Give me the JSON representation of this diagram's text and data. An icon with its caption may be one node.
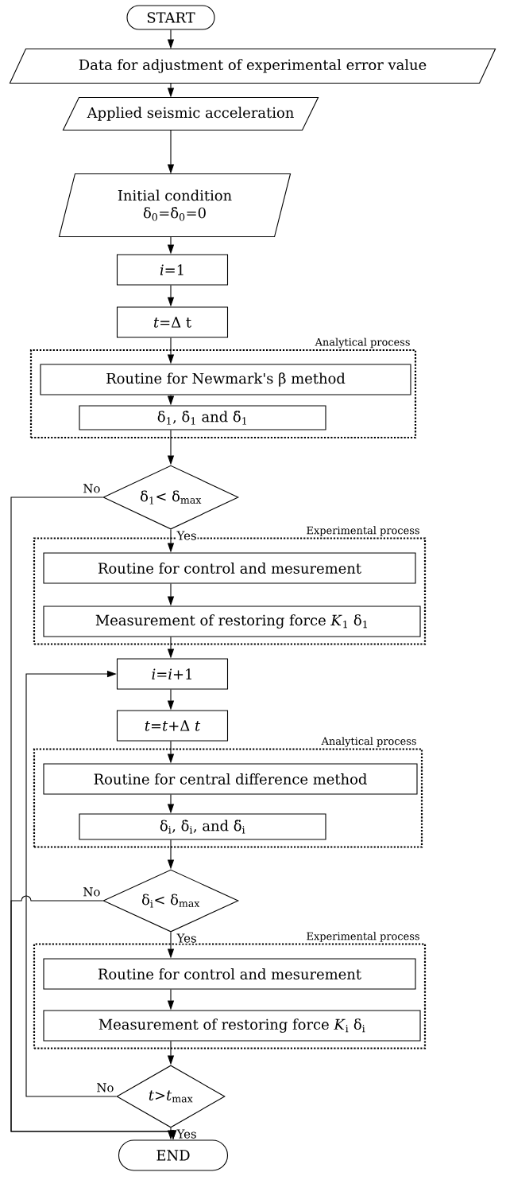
{
  "diagram": {
    "nodes": [
      {
        "text": [
          "START"
        ]
      },
      {
        "text": [
          "Data for adjustment of experimental error value"
        ]
      },
      {
        "text": [
          "Applied seismic acceleration"
        ]
      },
      {
        "text": [
          "Initial condition",
          "δ$_{0}$=δ̇$_{0}$=0"
        ]
      },
      {
        "text": [
          "*i*=1"
        ]
      },
      {
        "text": [
          "*t*=Δ t"
        ]
      },
      {
        "text": [
          "Analytical process"
        ]
      },
      {
        "text": [
          "Routine for Newmark's β method"
        ],
        "in": 6
      },
      {
        "text": [
          "δ$_{1}$, δ̇$_{1}$ and δ̈$_{1}$"
        ],
        "in": 6
      },
      {
        "text": [
          "δ$_{1}$< δ$_{max}$"
        ]
      },
      {
        "text": [
          "Experimental process"
        ]
      },
      {
        "text": [
          "Routine for control and mesurement"
        ],
        "in": 10
      },
      {
        "text": [
          "Measurement of restoring force *K*$_{1}$ δ$_{1}$"
        ],
        "in": 10
      },
      {
        "text": [
          "*i*=*i*+1"
        ]
      },
      {
        "text": [
          "*t*=*t*+Δ *t*"
        ]
      },
      {
        "text": [
          "Analytical process"
        ]
      },
      {
        "text": [
          "Routine for central difference method"
        ],
        "in": 15
      },
      {
        "text": [
          "δ$_{i}$, δ̇$_{i}$, and δ̈$_{i}$"
        ],
        "in": 15
      },
      {
        "text": [
          "δ$_{i}$< δ$_{max}$"
        ]
      },
      {
        "text": [
          "Experimental process"
        ]
      },
      {
        "text": [
          "Routine for control and mesurement"
        ],
        "in": 19
      },
      {
        "text": [
          "Measurement of restoring force *K*$_{i}$ δ$_{i}$"
        ],
        "in": 19
      },
      {
        "text": [
          "*t*>*t*$_{max}$"
        ]
      },
      {
        "text": [
          "END"
        ]
      }
    ],
    "edges": [
      {
        "from": 0,
        "to": 1,
        "arrow": "to"
      },
      {
        "from": 1,
        "to": 2,
        "arrow": "to"
      },
      {
        "from": 2,
        "to": 3,
        "arrow": "to"
      },
      {
        "from": 3,
        "to": 4,
        "arrow": "to"
      },
      {
        "from": 4,
        "to": 5,
        "arrow": "to"
      },
      {
        "from": 5,
        "to": 7,
        "arrow": "to"
      },
      {
        "from": 7,
        "to": 8,
        "arrow": "to"
      },
      {
        "from": 8,
        "to": 9,
        "arrow": "to"
      },
      {
        "from": 9,
        "to": 11,
        "arrow": "to",
        "label": "Yes"
      },
      {
        "from": 11,
        "to": 12,
        "arrow": "to"
      },
      {
        "from": 12,
        "to": 13,
        "arrow": "to"
      },
      {
        "from": 13,
        "to": 14,
        "arrow": "to"
      },
      {
        "from": 14,
        "to": 16,
        "arrow": "to"
      },
      {
        "from": 16,
        "to": 17,
        "arrow": "to"
      },
      {
        "from": 17,
        "to": 18,
        "arrow": "to"
      },
      {
        "from": 18,
        "to": 20,
        "arrow": "to",
        "label": "Yes"
      },
      {
        "from": 20,
        "to": 21,
        "arrow": "to"
      },
      {
        "from": 21,
        "to": 22,
        "arrow": "to"
      },
      {
        "from": 22,
        "to": 23,
        "arrow": "to",
        "label": "Yes"
      },
      {
        "from": 9,
        "to": 23,
        "arrow": "to",
        "label": "No"
      },
      {
        "from": 18,
        "to": 23,
        "arrow": "to",
        "label": "No"
      },
      {
        "from": 22,
        "to": 13,
        "arrow": "to",
        "label": "No"
      }
    ]
  }
}
